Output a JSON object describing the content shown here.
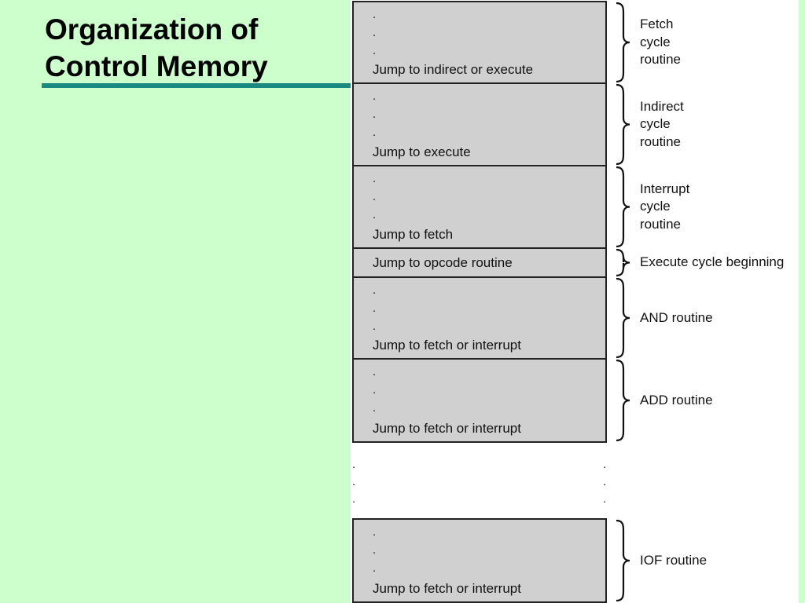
{
  "slide": {
    "title_line1": "Organization of",
    "title_line2": "Control Memory",
    "colors": {
      "background": "#ccffcc",
      "title_rule": "#1a8a80",
      "block_fill": "#d0d0d0"
    }
  },
  "memory": {
    "blocks": [
      {
        "jump": "Jump to indirect or execute",
        "routine_lines": [
          "Fetch",
          "cycle",
          "routine"
        ]
      },
      {
        "jump": "Jump to execute",
        "routine_lines": [
          "Indirect",
          "cycle",
          "routine"
        ]
      },
      {
        "jump": "Jump to fetch",
        "routine_lines": [
          "Interrupt",
          "cycle",
          "routine"
        ]
      },
      {
        "jump": "Jump to opcode routine",
        "routine_lines": [
          "Execute cycle beginning"
        ]
      },
      {
        "jump": "Jump to fetch or interrupt",
        "routine_lines": [
          "AND routine"
        ]
      },
      {
        "jump": "Jump to fetch or interrupt",
        "routine_lines": [
          "ADD routine"
        ]
      },
      {
        "jump": "Jump to fetch or interrupt",
        "routine_lines": [
          "IOF routine"
        ]
      }
    ],
    "ellipsis": "."
  }
}
